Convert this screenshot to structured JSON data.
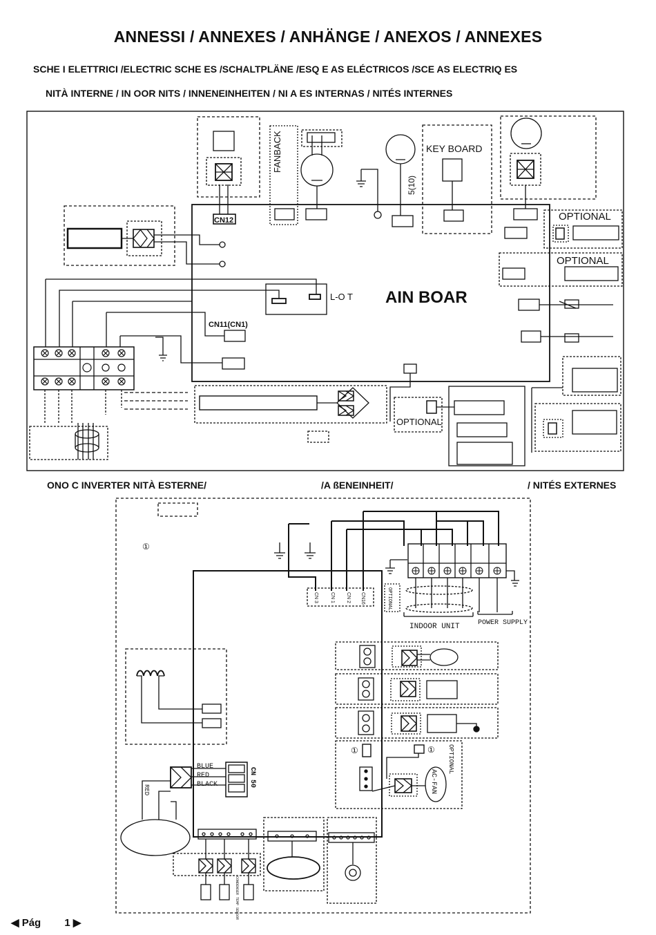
{
  "header": {
    "title": "ANNESSI / ANNEXES / ANHÄNGE / ANEXOS / ANNEXES",
    "subtitle": "SCHE   I ELETTRICI /ELECTRIC SCHE   ES /SCHALTPLÄNE /ESQ   E   AS ELÉCTRICOS /SCE   AS ELECTRIQ   ES",
    "indoor_section": "NITÀ INTERNE / IN   OOR    NITS / INNENEINHEITEN /    NI   A   ES INTERNAS /    NITÉS INTERNES"
  },
  "indoor_diagram": {
    "cn12": "CN12",
    "fanback": "FANBACK",
    "fan_5_10": "5(10)",
    "keyboard": "KEY BOARD",
    "optional_1": "OPTIONAL",
    "optional_2": "OPTIONAL",
    "optional_3": "OPTIONAL",
    "lout": "L-O  T",
    "main_board": "AIN BOAR",
    "cn11": "CN11(CN1)"
  },
  "outdoor_section": {
    "label_left": "ONO    C INVERTER    NITÀ ESTERNE/",
    "label_mid": "/A   ßENEINHEIT/",
    "label_right": "/   NITÉS EXTERNES"
  },
  "outdoor_diagram": {
    "circled_1": "①",
    "circled_2": "①",
    "circled_3": "①",
    "cn3": "CN 3",
    "cn1": "CN 1",
    "cn2": "CN 2",
    "cn16": "CN16",
    "optional": "OPTIONAL",
    "indoor_unit": "INDOOR UNIT",
    "power_supply": "POWER SUPPLY",
    "blue": "BLUE",
    "red": "RED",
    "black": "BLACK",
    "red_wire": "RED",
    "cn50": "CN 50",
    "optional_vertical": "OPTIONAL",
    "ac_fan": "AC-FAN",
    "condenser_temp_sensor": "CONDENSER TEMP SENSOR"
  },
  "footer": {
    "page_label": "◀ Pág",
    "page_number": "1 ▶"
  }
}
